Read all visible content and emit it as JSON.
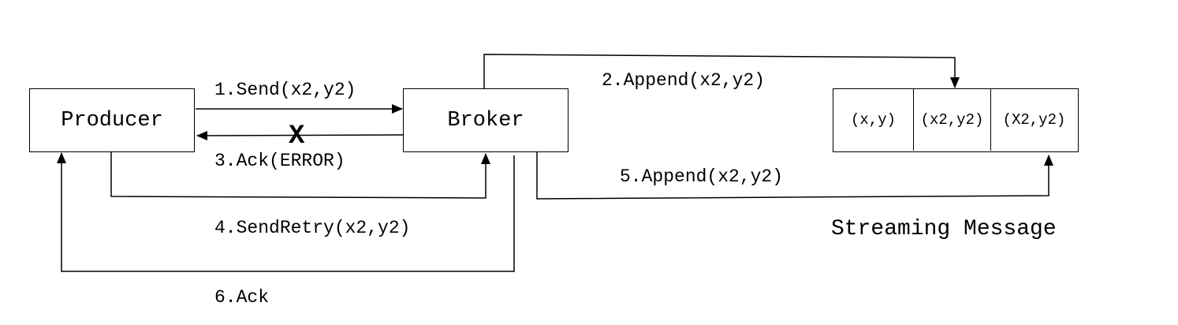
{
  "nodes": {
    "producer": "Producer",
    "broker": "Broker"
  },
  "stream": {
    "title": "Streaming Message",
    "cells": [
      "(x,y)",
      "(x2,y2)",
      "(X2,y2)"
    ]
  },
  "edges": {
    "send": "1.Send(x2,y2)",
    "append1": "2.Append(x2,y2)",
    "ack_error": "3.Ack(ERROR)",
    "ack_error_mark": "X",
    "send_retry": "4.SendRetry(x2,y2)",
    "append2": "5.Append(x2,y2)",
    "ack": "6.Ack"
  }
}
